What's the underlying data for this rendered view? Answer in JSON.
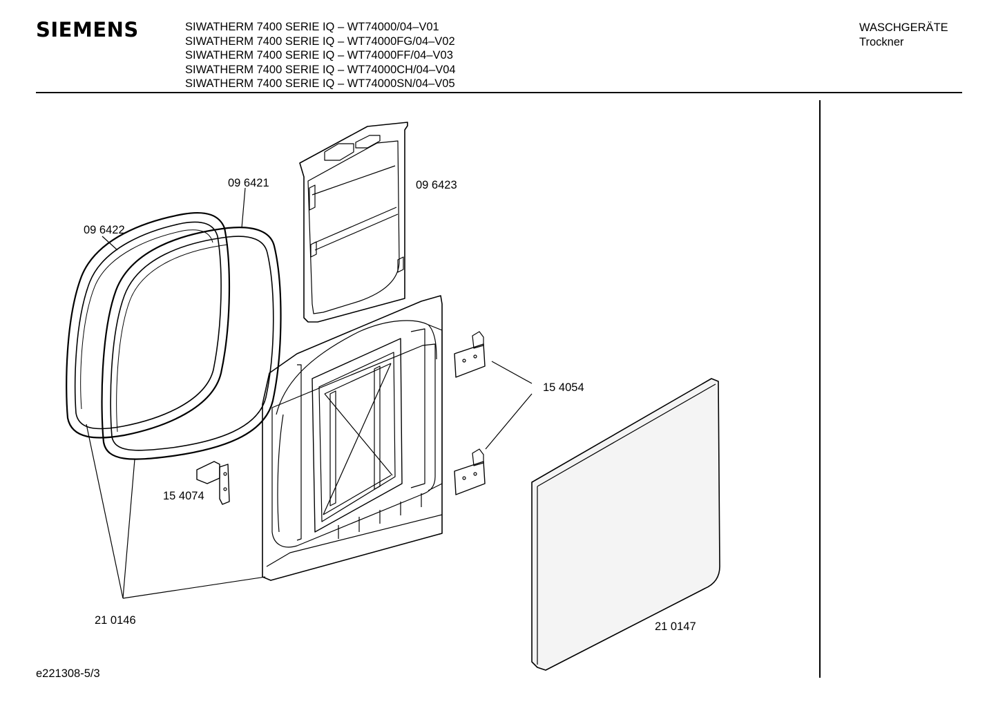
{
  "header": {
    "brand": "SIEMENS",
    "models": [
      "SIWATHERM 7400 SERIE IQ – WT74000/04–V01",
      "SIWATHERM 7400 SERIE IQ – WT74000FG/04–V02",
      "SIWATHERM 7400 SERIE IQ – WT74000FF/04–V03",
      "SIWATHERM 7400 SERIE IQ – WT74000CH/04–V04",
      "SIWATHERM 7400 SERIE IQ – WT74000SN/04–V05"
    ],
    "category": "WASCHGERÄTE",
    "subcategory": "Trockner"
  },
  "parts": {
    "gasket_outer": "09 6422",
    "gasket_inner": "09 6421",
    "lint_filter": "09 6423",
    "hinge": "15 4054",
    "door_catch": "15 4074",
    "door_frame": "21 0146",
    "door_panel": "21 0147"
  },
  "footer": {
    "drawing_id": "e221308-5/3"
  }
}
